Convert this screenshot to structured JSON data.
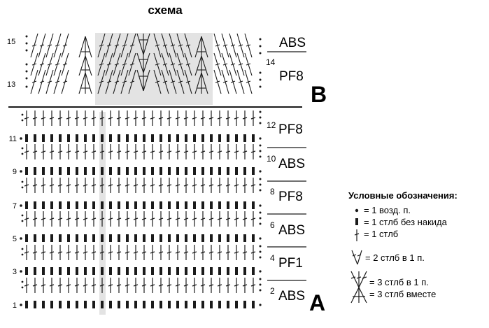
{
  "title": "схема",
  "part_b": {
    "letter": "B",
    "row_numbers": [
      "15",
      "13"
    ],
    "sections": [
      {
        "number": "",
        "label": "ABS"
      },
      {
        "number": "14",
        "label": "PF8"
      }
    ]
  },
  "part_a": {
    "letter": "A",
    "row_numbers": [
      "11",
      "9",
      "7",
      "5",
      "3",
      "1"
    ],
    "sections": [
      {
        "number": "12",
        "label": "PF8"
      },
      {
        "number": "10",
        "label": "ABS"
      },
      {
        "number": "8",
        "label": "PF8"
      },
      {
        "number": "6",
        "label": "ABS"
      },
      {
        "number": "4",
        "label": "PF1"
      },
      {
        "number": "2",
        "label": "ABS"
      }
    ]
  },
  "legend": {
    "title": "Условные обозначения:",
    "items": [
      {
        "icon": "chain-dot-icon",
        "text": "= 1 возд. п."
      },
      {
        "icon": "single-crochet-icon",
        "text": "= 1 стлб без накида"
      },
      {
        "icon": "double-crochet-icon",
        "text": "= 1 стлб"
      },
      {
        "icon": "two-dc-in-one-icon",
        "text": "= 2 стлб в 1 п."
      },
      {
        "icon": "three-dc-in-one-icon",
        "text": "= 3 стлб в 1 п."
      },
      {
        "icon": "three-dc-together-icon",
        "text": "= 3 стлб вместе"
      }
    ]
  },
  "colors": {
    "ink": "#1a1a1a",
    "highlight": "#e3e3e3"
  }
}
